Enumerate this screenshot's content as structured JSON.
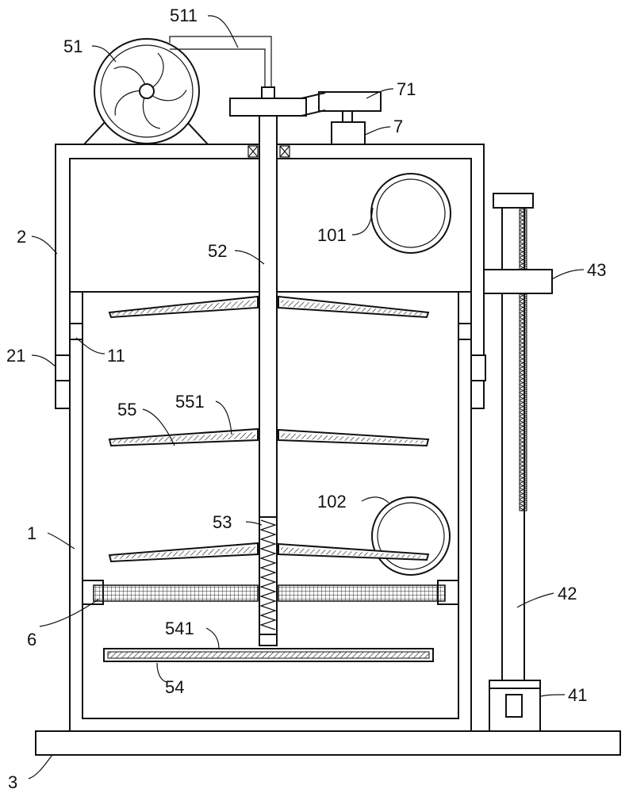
{
  "labels": {
    "l511": "511",
    "l51": "51",
    "l71": "71",
    "l7": "7",
    "l2": "2",
    "l101": "101",
    "l52": "52",
    "l43": "43",
    "l21": "21",
    "l11": "11",
    "l55": "55",
    "l551": "551",
    "l102": "102",
    "l53": "53",
    "l1": "1",
    "l42": "42",
    "l6": "6",
    "l541": "541",
    "l54": "54",
    "l41": "41",
    "l3": "3"
  }
}
